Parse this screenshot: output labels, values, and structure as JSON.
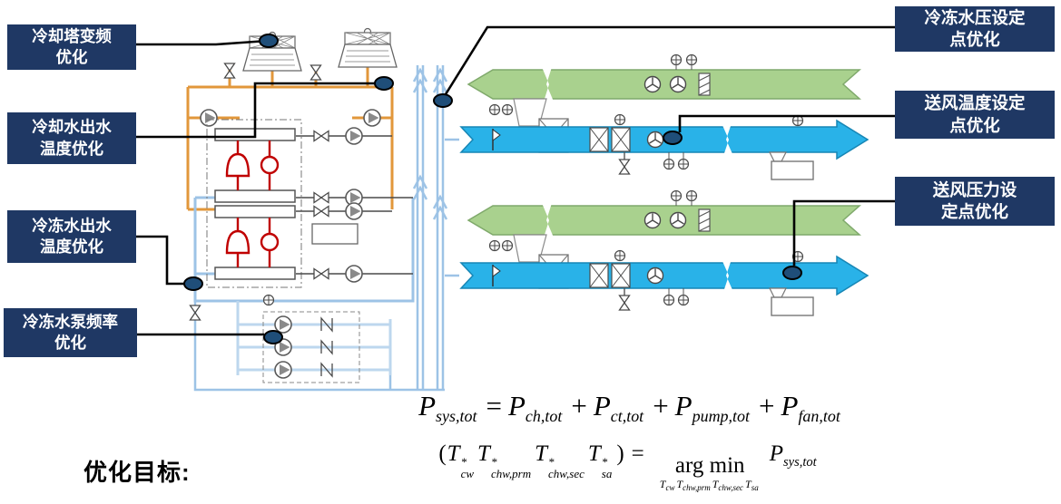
{
  "callouts": {
    "cooling_tower_vfd": {
      "line1": "冷却塔变频",
      "line2": "优化"
    },
    "cooling_water_supply_temp": {
      "line1": "冷却水出水",
      "line2": "温度优化"
    },
    "chilled_water_supply_temp": {
      "line1": "冷冻水出水",
      "line2": "温度优化"
    },
    "chilled_water_pump_freq": {
      "line1": "冷冻水泵频率",
      "line2": "优化"
    },
    "chilled_water_pressure_setpoint": {
      "line1": "冷冻水压设定",
      "line2": "点优化"
    },
    "supply_air_temp_setpoint": {
      "line1": "送风温度设定",
      "line2": "点优化"
    },
    "supply_air_pressure_setpoint": {
      "line1": "送风压力设",
      "line2": "定点优化"
    }
  },
  "objective": {
    "label": "优化目标:",
    "eq_power": {
      "p1": "P",
      "s1": "sys,tot",
      "eq": "=",
      "p2": "P",
      "s2": "ch,tot",
      "plus1": "+",
      "p3": "P",
      "s3": "ct,tot",
      "plus2": "+",
      "p4": "P",
      "s4": "pump,tot",
      "plus3": "+",
      "p5": "P",
      "s5": "fan,tot"
    },
    "eq_argmin": {
      "open": "(",
      "t1": "T",
      "t1sup": "*",
      "t1sub": "cw",
      "t2": "T",
      "t2sup": "*",
      "t2sub": "chw,prm",
      "t3": "T",
      "t3sup": "*",
      "t3sub": "chw,sec",
      "t4": "T",
      "t4sup": "*",
      "t4sub": "sa",
      "close": ")",
      "eq": "=",
      "argmin": "arg min",
      "u1": "T",
      "u1sub": "cw",
      "u2": "T",
      "u2sub": "chw,prm",
      "u3": "T",
      "u3sub": "chw,sec",
      "u4": "T",
      "u4sub": "sa",
      "p": "P",
      "psub": "sys,tot"
    }
  },
  "colors": {
    "callout_bg": "#1F3864",
    "marker_fill": "#1F4E79",
    "condenser_pipe_orange": "#E2973B",
    "refrigerant_red": "#C00000",
    "chilled_water_primary_blue": "#9DC3E6",
    "chilled_water_secondary_blue": "#BDD7EE",
    "return_duct_green": "#A9D18E",
    "supply_duct_cyan": "#29B2E8"
  }
}
